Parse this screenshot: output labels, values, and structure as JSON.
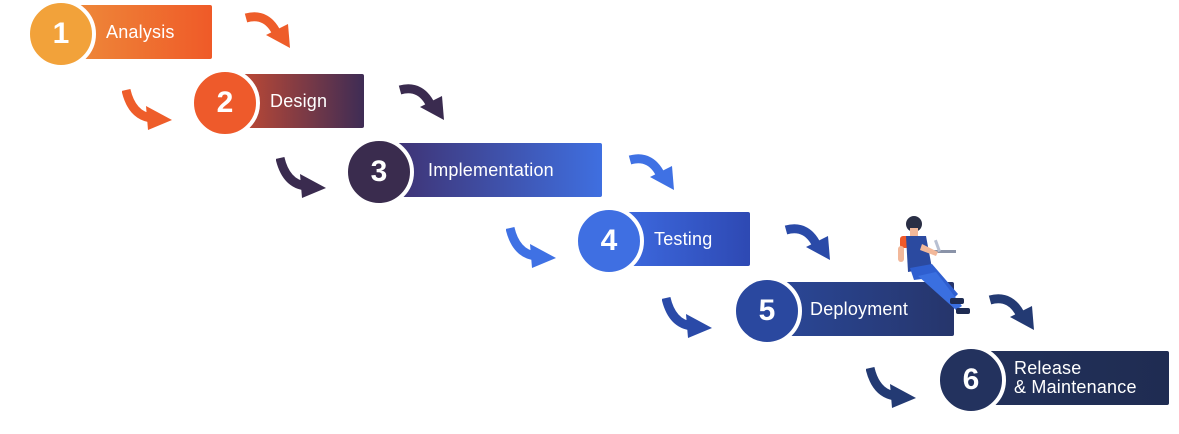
{
  "steps": [
    {
      "number": "1",
      "label": "Analysis",
      "label_line2": "",
      "badge_color": "#f2a23a",
      "bar_from": "#ee8a3a",
      "bar_to": "#ef5a28",
      "arrow_color": "#ee5d2a"
    },
    {
      "number": "2",
      "label": "Design",
      "label_line2": "",
      "badge_color": "#ee5a2b",
      "bar_from": "#c34a33",
      "bar_to": "#3e2c55",
      "arrow_color": "#3a2b4f"
    },
    {
      "number": "3",
      "label": "Implementation",
      "label_line2": "",
      "badge_color": "#3a2c4e",
      "bar_from": "#3f3272",
      "bar_to": "#3f6fe0",
      "arrow_color": "#3f71e4"
    },
    {
      "number": "4",
      "label": "Testing",
      "label_line2": "",
      "badge_color": "#3f6fe2",
      "bar_from": "#3d6ae0",
      "bar_to": "#2e49b3",
      "arrow_color": "#2a4aa8"
    },
    {
      "number": "5",
      "label": "Deployment",
      "label_line2": "",
      "badge_color": "#2a489f",
      "bar_from": "#2a4797",
      "bar_to": "#26356b",
      "arrow_color": "#233a73"
    },
    {
      "number": "6",
      "label": "Release",
      "label_line2": "& Maintenance",
      "badge_color": "#23325e",
      "bar_from": "#22315a",
      "bar_to": "#1f2c52",
      "arrow_color": ""
    }
  ],
  "illustration": {
    "icon": "person-sitting-with-laptop-icon",
    "shirt_color": "#2b4aa0",
    "pants_color": "#2f5fd0",
    "accent_color": "#ef5a2a"
  }
}
